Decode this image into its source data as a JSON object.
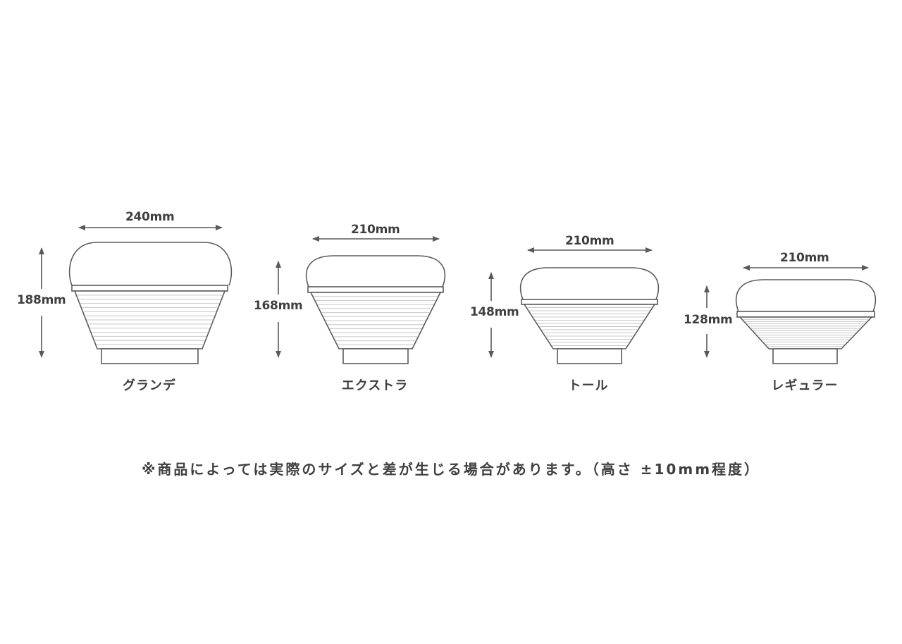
{
  "colors": {
    "line": "#5a5a5a",
    "text": "#3f3f3f",
    "background": "#ffffff"
  },
  "bowls": [
    {
      "name": "グランデ",
      "width_label": "240mm",
      "height_label": "188mm"
    },
    {
      "name": "エクストラ",
      "width_label": "210mm",
      "height_label": "168mm"
    },
    {
      "name": "トール",
      "width_label": "210mm",
      "height_label": "148mm"
    },
    {
      "name": "レギュラー",
      "width_label": "210mm",
      "height_label": "128mm"
    }
  ],
  "note": "※商品によっては実際のサイズと差が生じる場合があります。（高さ ±10mm程度）"
}
